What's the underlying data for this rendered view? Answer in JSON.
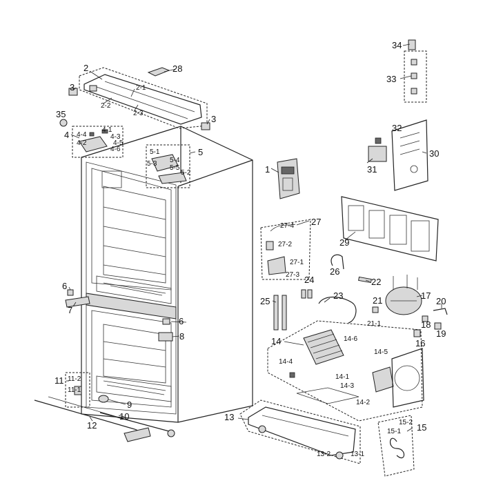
{
  "labels": {
    "l1": "1",
    "l2": "2",
    "l2_1": "2-1",
    "l2_2": "2-2",
    "l2_3": "2-3",
    "l3a": "3",
    "l3b": "3",
    "l4": "4",
    "l4_1": "4-1",
    "l4_2": "4-2",
    "l4_3": "4-3",
    "l4_4": "4-4",
    "l4_5": "4-5",
    "l4_6": "4-6",
    "l5": "5",
    "l5_1": "5-1",
    "l5_2": "5-2",
    "l5_3": "5-3",
    "l5_4": "5-4",
    "l5_5": "5-5",
    "l6a": "6",
    "l6b": "6",
    "l7": "7",
    "l8": "8",
    "l9": "9",
    "l10": "10",
    "l11": "11",
    "l11_1": "11-1",
    "l11_2": "11-2",
    "l12": "12",
    "l13": "13",
    "l13_1": "13-1",
    "l13_2": "13-2",
    "l14": "14",
    "l14_1": "14-1",
    "l14_2": "14-2",
    "l14_3": "14-3",
    "l14_4": "14-4",
    "l14_5": "14-5",
    "l14_6": "14-6",
    "l15": "15",
    "l15_1": "15-1",
    "l15_2": "15-2",
    "l16": "16",
    "l17": "17",
    "l18": "18",
    "l19": "19",
    "l20": "20",
    "l21": "21",
    "l21_1": "21-1",
    "l22": "22",
    "l23": "23",
    "l24": "24",
    "l25": "25",
    "l26": "26",
    "l27": "27",
    "l27_1": "27-1",
    "l27_2": "27-2",
    "l27_3": "27-3",
    "l27_4": "27-4",
    "l28": "28",
    "l29": "29",
    "l30": "30",
    "l31": "31",
    "l32": "32",
    "l33": "33",
    "l34": "34",
    "l35": "35"
  },
  "colors": {
    "line": "#222222",
    "background": "#ffffff"
  }
}
